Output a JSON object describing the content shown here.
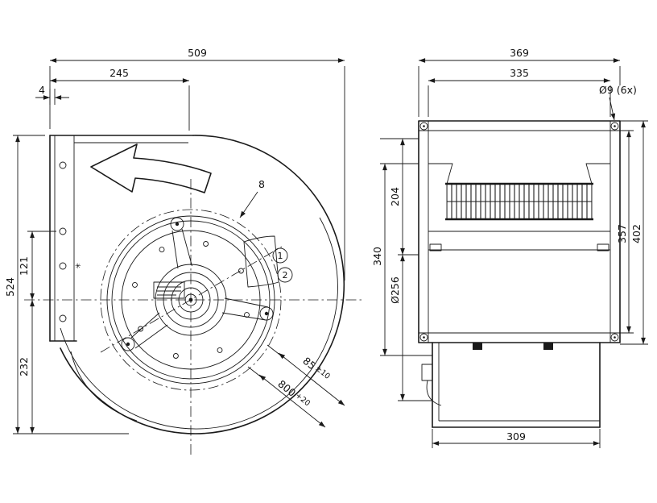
{
  "canvas": {
    "background": "#ffffff",
    "line_color": "#1a1a1a"
  },
  "front_view": {
    "dim_width_total": "509",
    "dim_width_to_axis": "245",
    "dim_flange_thickness": "4",
    "dim_height_total": "524",
    "dim_hole_to_axis": "121",
    "dim_axis_to_base": "232",
    "leader_cutoff": "8",
    "balloon_1": "1",
    "balloon_2": "2",
    "dim_outlet_value": "85",
    "dim_outlet_tol": "±10",
    "dim_depth_value": "800",
    "dim_depth_tol": "+20",
    "flange_mark": "✳"
  },
  "side_view": {
    "dim_width_total": "369",
    "dim_width_inner": "335",
    "note_holes": "Ø9 (6x)",
    "dim_inlet_offset": "204",
    "dim_depth": "340",
    "dim_inlet_diameter": "Ø256",
    "dim_height_inner": "357",
    "dim_height_total": "402",
    "dim_base_width": "309"
  }
}
